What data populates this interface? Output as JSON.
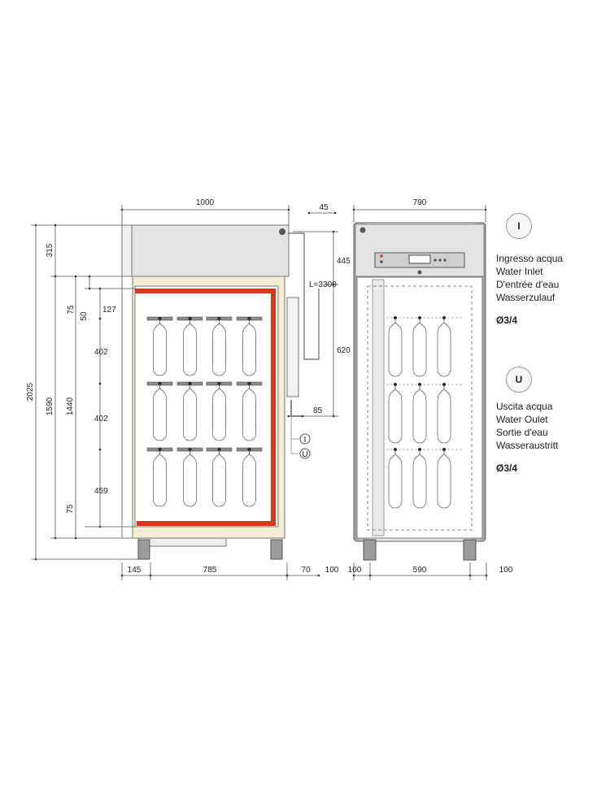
{
  "side_view": {
    "top_dims": {
      "width": "1000",
      "right_gap": "45"
    },
    "left_dims": {
      "total": "2025",
      "top": "315",
      "body": "1590",
      "inner": "1440"
    },
    "inner_left_dims": {
      "top_75": "75",
      "s50": "50",
      "s127": "127",
      "s402a": "402",
      "s402b": "402",
      "s459": "459",
      "bottom_75": "75"
    },
    "right_dims": {
      "d445": "445",
      "cable": "L=3300",
      "d620": "620",
      "d85": "85"
    },
    "bottom_dims": {
      "b145": "145",
      "b785": "785",
      "b70": "70",
      "b100": "100"
    },
    "connector_labels": {
      "inlet": "I",
      "outlet": "U"
    }
  },
  "front_view": {
    "top_dims": {
      "width": "790"
    },
    "bottom_dims": {
      "left": "100",
      "middle": "590",
      "right": "100"
    }
  },
  "legend": {
    "inlet": {
      "badge": "I",
      "lines": [
        "Ingresso acqua",
        "Water Inlet",
        "D'entrée d'eau",
        "Wasserzulauf"
      ],
      "spec": "Ø3/4"
    },
    "outlet": {
      "badge": "U",
      "lines": [
        "Uscita acqua",
        "Water Oulet",
        "Sortie d'eau",
        "Wasseraustritt"
      ],
      "spec": "Ø3/4"
    }
  },
  "colors": {
    "heater": "#d9361c",
    "insulation": "#f7ecd6",
    "frame": "#555555",
    "panel": "#dcdcdc"
  }
}
